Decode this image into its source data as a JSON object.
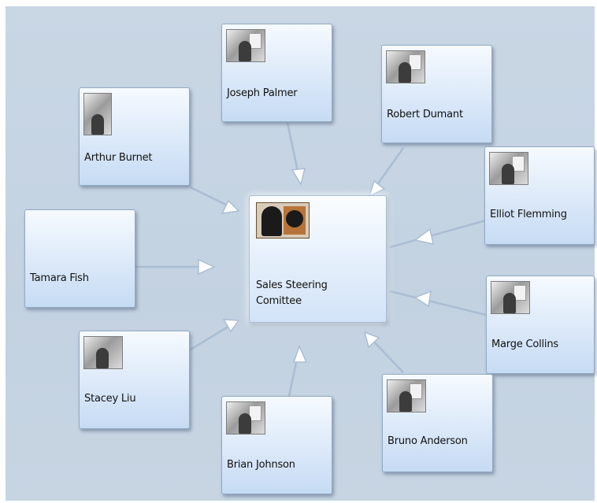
{
  "center": {
    "name": "Sales Steering Comittee",
    "line1": "Sales Steering",
    "line2": "Comittee",
    "icon": "team-gear-icon"
  },
  "members": [
    {
      "id": "joseph",
      "name": "Joseph Palmer",
      "has_photo": true
    },
    {
      "id": "robert",
      "name": "Robert Dumant",
      "has_photo": true
    },
    {
      "id": "arthur",
      "name": "Arthur Burnet",
      "has_photo": true
    },
    {
      "id": "elliot",
      "name": "Elliot Flemming",
      "has_photo": true
    },
    {
      "id": "tamara",
      "name": "Tamara Fish",
      "has_photo": false
    },
    {
      "id": "marge",
      "name": "Marge Collins",
      "has_photo": true
    },
    {
      "id": "stacey",
      "name": "Stacey Liu",
      "has_photo": true
    },
    {
      "id": "bruno",
      "name": "Bruno Anderson",
      "has_photo": true
    },
    {
      "id": "brian",
      "name": "Brian Johnson",
      "has_photo": true
    }
  ],
  "colors": {
    "background": "#c5d4e3",
    "edge": "#a9bdd3",
    "arrow_fill": "#ffffff",
    "node_top": "#f6faff",
    "node_bottom": "#c6dbf4"
  }
}
